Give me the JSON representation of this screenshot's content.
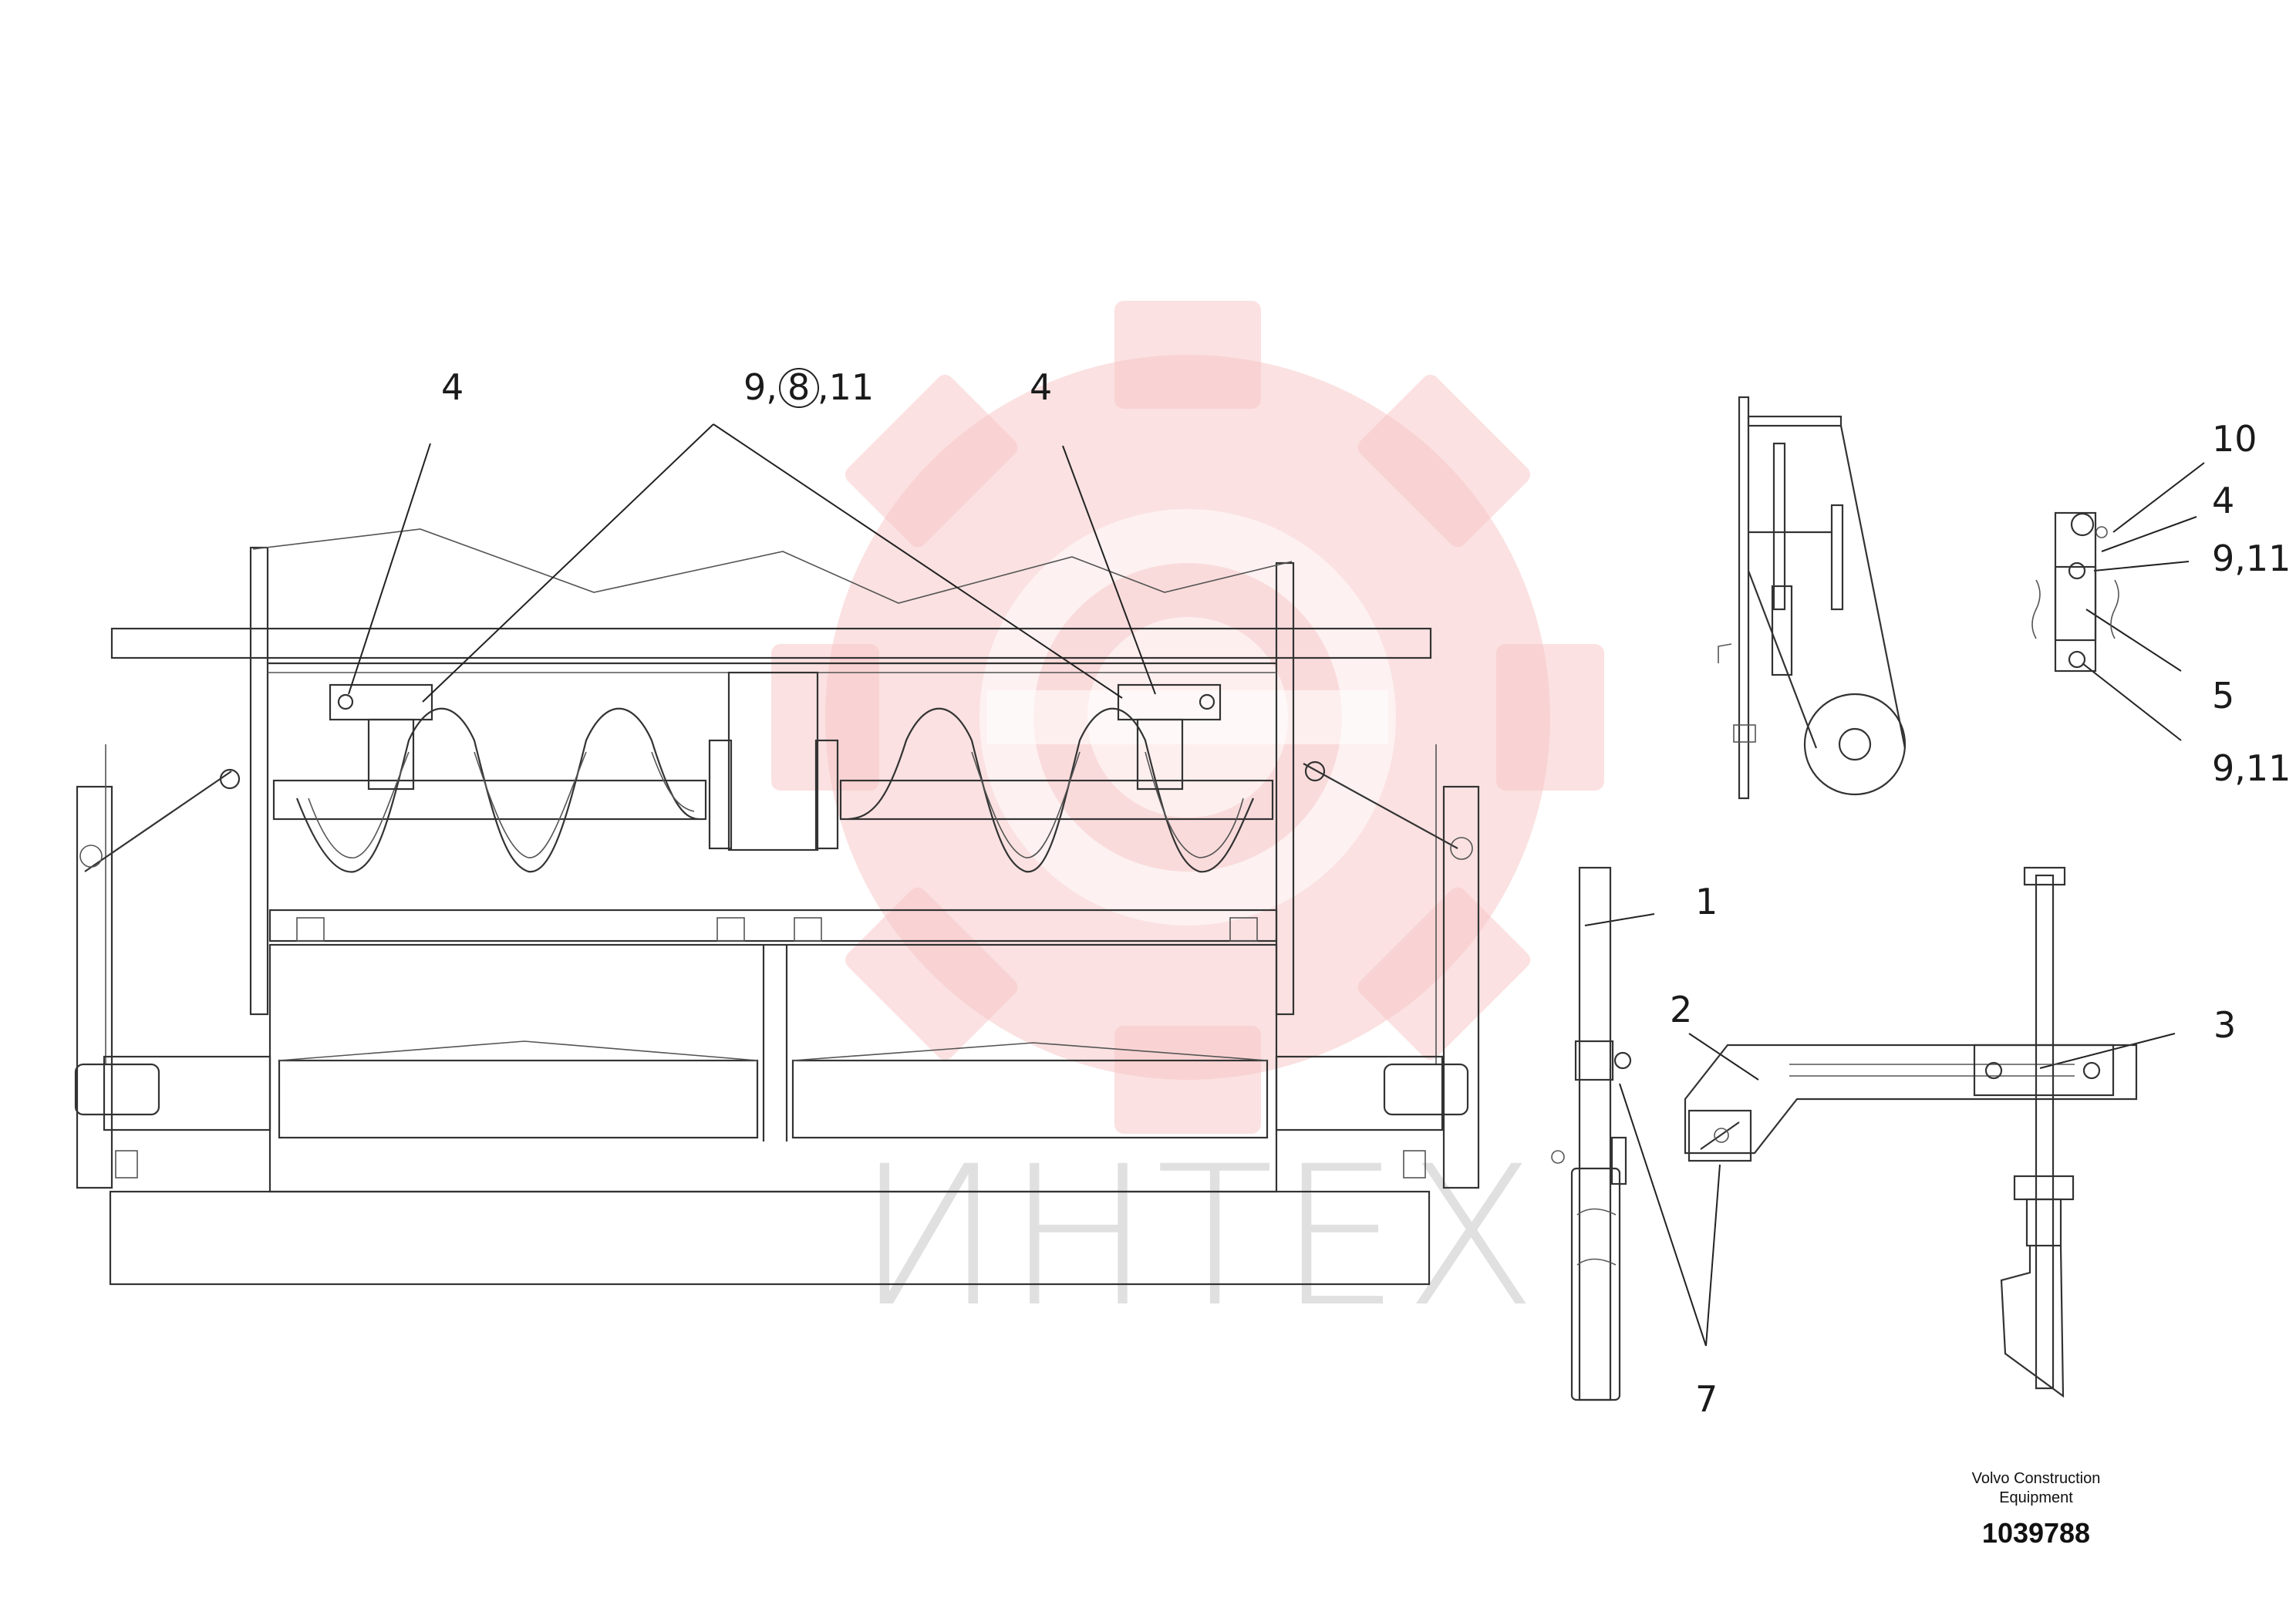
{
  "drawing": {
    "callouts": {
      "top_left": "4",
      "top_center_prefix": "9,",
      "top_center_circled": "8",
      "top_center_suffix": ",11",
      "top_right": "4",
      "detail_10": "10",
      "detail_4": "4",
      "detail_911_upper": "9,11",
      "detail_5": "5",
      "detail_911_lower": "9,11",
      "part_1": "1",
      "part_2": "2",
      "part_3": "3",
      "part_7": "7"
    },
    "watermark": {
      "text": "ИНТЕХ"
    },
    "colors": {
      "line": "#333333",
      "watermark_gear": "#f7c9c9",
      "watermark_text": "#d0d0d0"
    }
  },
  "title_block": {
    "manufacturer_line1": "Volvo Construction",
    "manufacturer_line2": "Equipment",
    "part_number": "1039788"
  }
}
